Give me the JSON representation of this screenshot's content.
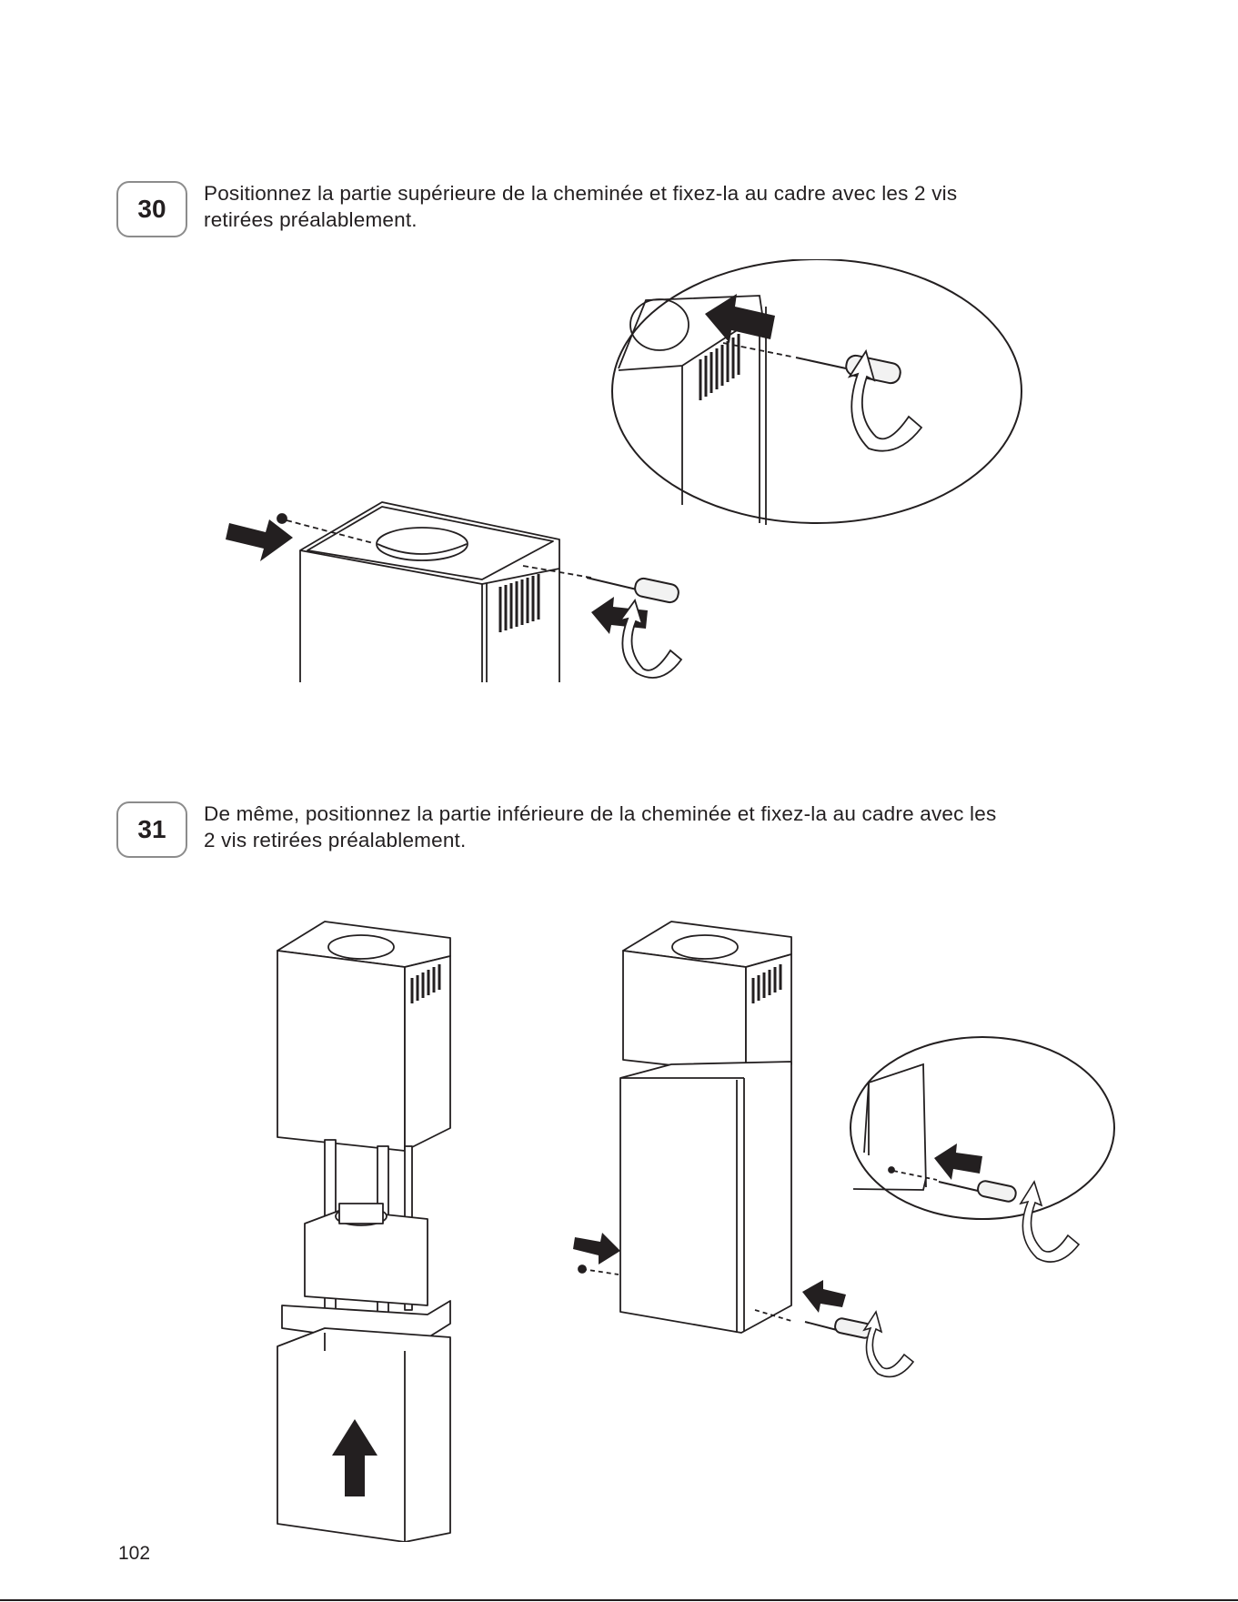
{
  "steps": [
    {
      "number": "30",
      "text_line1": "Positionnez la partie supérieure de la cheminée et fixez-la au cadre avec les 2 vis",
      "text_line2": "retirées préalablement."
    },
    {
      "number": "31",
      "text_line1": "De même, positionnez la partie inférieure de la cheminée et fixez-la au cadre avec les",
      "text_line2": "2 vis retirées préalablement."
    }
  ],
  "page_number": "102",
  "figures": {
    "step30": {
      "name": "upper-chimney-installation-illustration",
      "icons": [
        "arrow-icon",
        "screwdriver-icon",
        "screw-icon",
        "rotate-arrow-icon",
        "magnifier-detail-icon"
      ]
    },
    "step31_left": {
      "name": "lower-chimney-insertion-illustration",
      "icons": [
        "up-arrow-icon"
      ]
    },
    "step31_right": {
      "name": "lower-chimney-fixing-illustration",
      "icons": [
        "arrow-icon",
        "screwdriver-icon",
        "screw-icon",
        "rotate-arrow-icon",
        "magnifier-detail-icon"
      ]
    }
  },
  "colors": {
    "ink": "#231f20",
    "badge_border": "#8c8c8c",
    "background": "#ffffff"
  }
}
